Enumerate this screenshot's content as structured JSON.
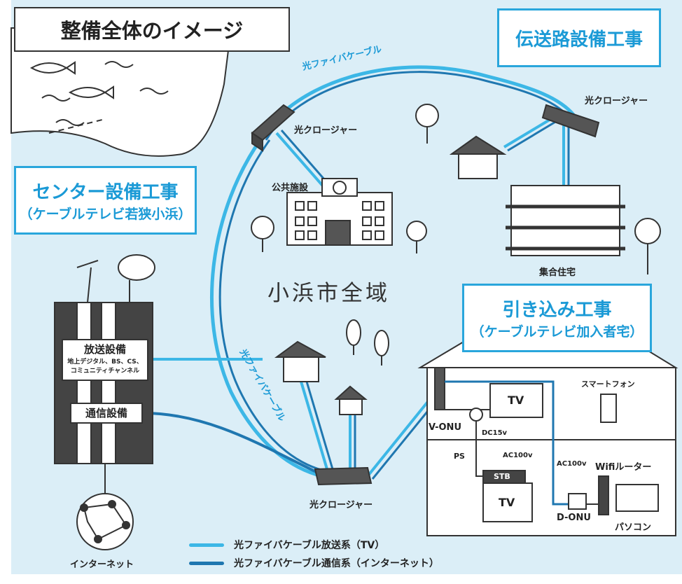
{
  "title": "整備全体のイメージ",
  "sections": {
    "transmission": "伝送路設備工事",
    "center_main": "センター設備工事",
    "center_sub": "（ケーブルテレビ若狭小浜）",
    "dropin_main": "引き込み工事",
    "dropin_sub": "（ケーブルテレビ加入者宅）"
  },
  "region": "小浜市全域",
  "cable_labels": [
    "光ファイバケーブル",
    "光ファイバケーブル"
  ],
  "closure_labels": [
    "光クロージャー",
    "光クロージャー",
    "光クロージャー"
  ],
  "buildings": {
    "public": "公共施設",
    "apartment": "集合住宅"
  },
  "center": {
    "broadcast_title": "放送設備",
    "broadcast_detail_1": "地上デジタル、BS、CS、",
    "broadcast_detail_2": "コミュニティチャンネル",
    "comm_title": "通信設備",
    "internet": "インターネット"
  },
  "home": {
    "v_onu": "V-ONU",
    "dc": "DC15v",
    "ps": "PS",
    "ac1": "AC100v",
    "ac2": "AC100v",
    "stb": "STB",
    "tv1": "TV",
    "tv2": "TV",
    "d_onu": "D-ONU",
    "wifi": "Wifiルーター",
    "smartphone": "スマートフォン",
    "pc": "パソコン"
  },
  "legend": [
    {
      "label": "光ファイバケーブル放送系（TV）",
      "color": "#3cb7e6"
    },
    {
      "label": "光ファイバケーブル通信系（インターネット）",
      "color": "#1f77b0"
    }
  ],
  "colors": {
    "tv_line": "#3cb7e6",
    "net_line": "#1f77b0",
    "accent": "#29a6dc",
    "background": "#dbeef7"
  }
}
